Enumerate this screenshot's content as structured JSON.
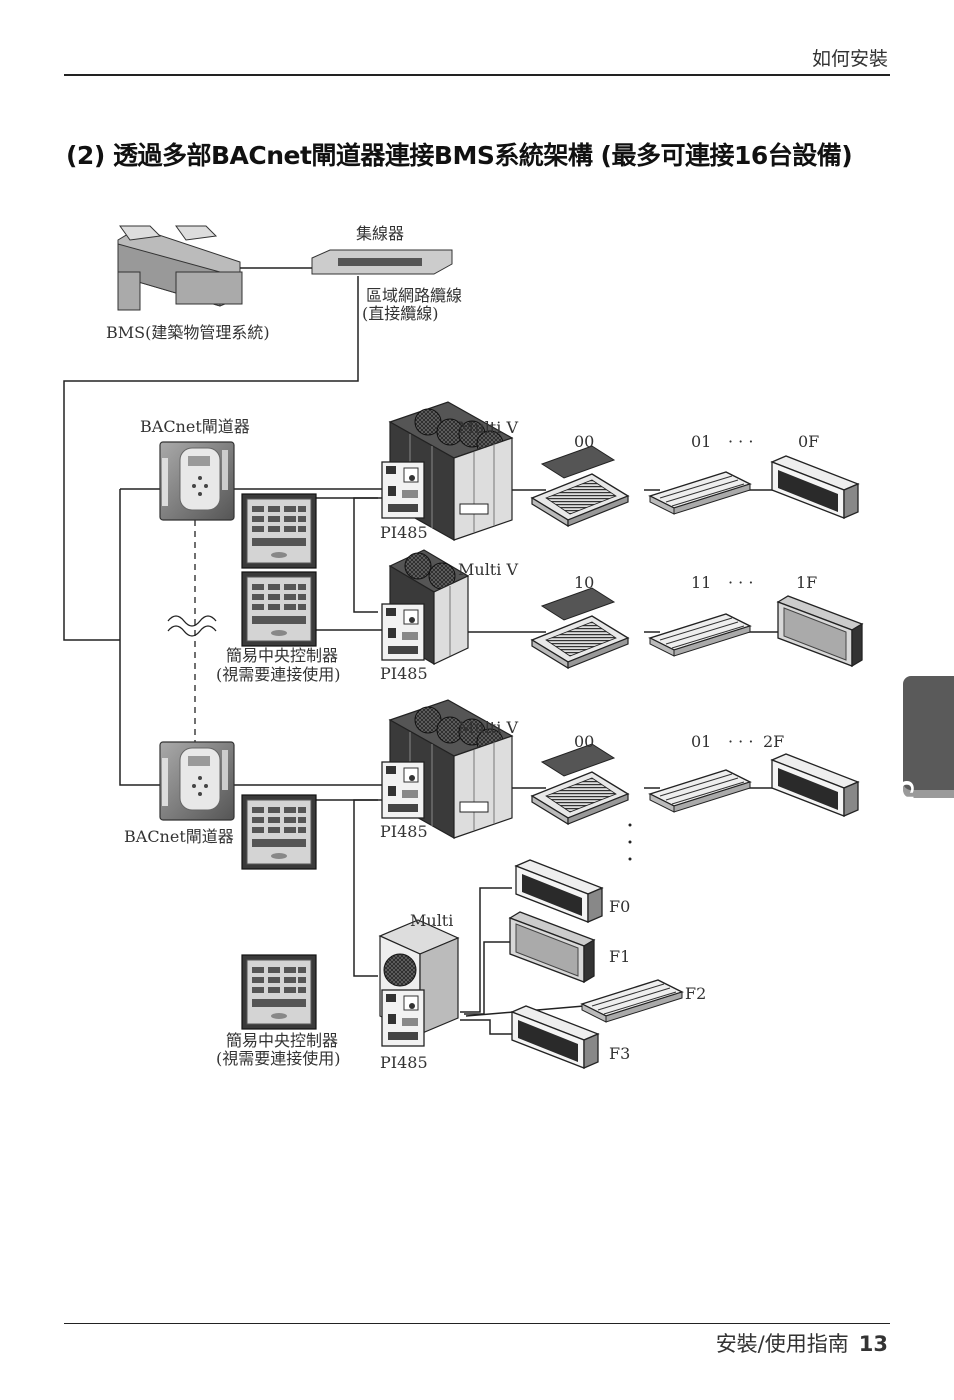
{
  "header": {
    "section": "如何安裝"
  },
  "title": "(2) 透過多部BACnet閘道器連接BMS系統架構 (最多可連接16台設備)",
  "side_tab": "CHINESE",
  "footer": {
    "text": "安裝/使用指南",
    "page": "13"
  },
  "diagram": {
    "hub_label": "集線器",
    "lan_label_1": "區域網路纜線",
    "lan_label_2": "(直接纜線)",
    "bms_label": "BMS(建築物管理系統)",
    "gateway_label": "BACnet閘道器",
    "multi_v": "Multi V",
    "multi": "Multi",
    "pi485": "PI485",
    "ac_ez_1": "簡易中央控制器",
    "ac_ez_2": "(視需要連接使用)",
    "dots": "· · ·",
    "row1": {
      "a": "00",
      "b": "01",
      "c": "0F"
    },
    "row2": {
      "a": "10",
      "b": "11",
      "c": "1F"
    },
    "row3": {
      "a": "00",
      "b": "01",
      "c": "2F"
    },
    "f_units": [
      "F0",
      "F1",
      "F2",
      "F3"
    ]
  }
}
